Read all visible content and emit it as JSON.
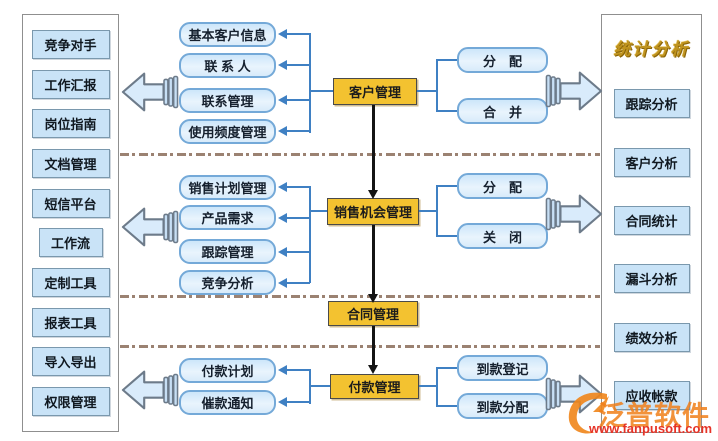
{
  "colors": {
    "module_yellow": "#f3c230",
    "feature_blue_fill": "#d9ecfb",
    "feature_blue_border": "#74a9d8",
    "panel_box_fill": "#c9e3f7",
    "connector_blue": "#3f80c3",
    "flow_black": "#141414",
    "divider_brown": "#9b8272",
    "title_gold": "#c0941f",
    "watermark_orange": "#f07f1a",
    "watermark_red": "#e63327"
  },
  "left_panel": {
    "items": [
      "竞争对手",
      "工作汇报",
      "岗位指南",
      "文档管理",
      "短信平台",
      "工作流",
      "定制工具",
      "报表工具",
      "导入导出",
      "权限管理"
    ]
  },
  "right_panel": {
    "title": "统计分析",
    "items": [
      "跟踪分析",
      "客户分析",
      "合同统计",
      "漏斗分析",
      "绩效分析",
      "应收帐款"
    ]
  },
  "flow": {
    "sections": [
      {
        "main": "客户管理",
        "sub_left": [
          "基本客户信息",
          "联 系 人",
          "联系管理",
          "使用频度管理"
        ],
        "sub_right": [
          "分　配",
          "合　并"
        ]
      },
      {
        "main": "销售机会管理",
        "sub_left": [
          "销售计划管理",
          "产品需求",
          "跟踪管理",
          "竞争分析"
        ],
        "sub_right": [
          "分　配",
          "关　闭"
        ]
      },
      {
        "main": "合同管理",
        "sub_left": [],
        "sub_right": []
      },
      {
        "main": "付款管理",
        "sub_left": [
          "付款计划",
          "催款通知"
        ],
        "sub_right": [
          "到款登记",
          "到款分配"
        ]
      }
    ]
  },
  "watermark": {
    "brand": "泛普软件",
    "url": "www.fanpusoft.com"
  }
}
